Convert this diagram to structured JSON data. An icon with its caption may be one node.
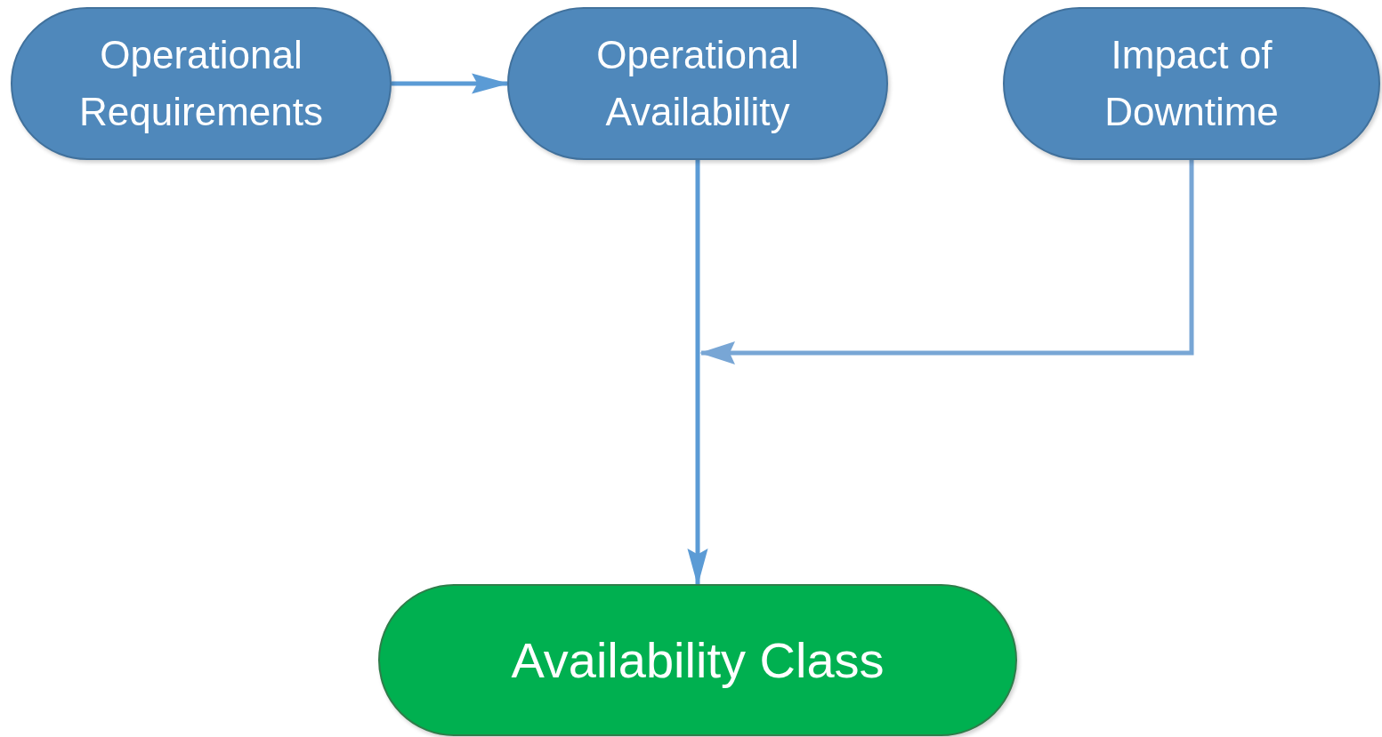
{
  "diagram": {
    "nodes": [
      {
        "text": [
          "Operational Requirements"
        ]
      },
      {
        "text": [
          "Operational Availability"
        ]
      },
      {
        "text": [
          "Impact of Downtime"
        ]
      },
      {
        "text": [
          "Availability Class"
        ]
      }
    ],
    "edges": [
      {
        "from": 0,
        "to": 1,
        "arrow": "to"
      },
      {
        "from": 1,
        "to": 3,
        "arrow": "to"
      },
      {
        "from": 2,
        "to": 3,
        "arrow": "to"
      }
    ]
  }
}
